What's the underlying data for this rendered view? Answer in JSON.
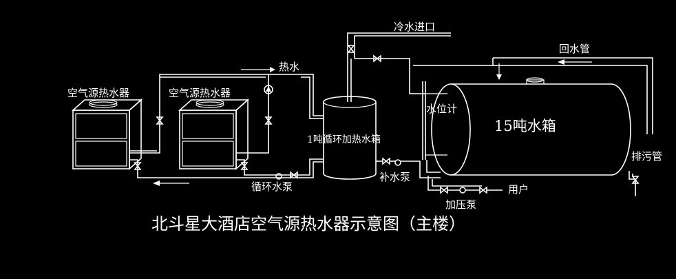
{
  "labels": {
    "heater1": "空气源热水器",
    "heater2": "空气源热水器",
    "hot_water": "热水",
    "cold_inlet": "冷水进口",
    "return_pipe": "回水管",
    "level_gauge": "水位计",
    "big_tank": "15吨水箱",
    "small_tank": "1吨循环加热水箱",
    "makeup_pump": "补水泵",
    "circ_pump": "循环水泵",
    "drain_pipe": "排污管",
    "user": "用户",
    "boost_pump": "加压泵"
  },
  "title": "北斗星大酒店空气源热水器示意图（主楼）",
  "colors": {
    "background": "#000000",
    "line": "#ffffff"
  }
}
